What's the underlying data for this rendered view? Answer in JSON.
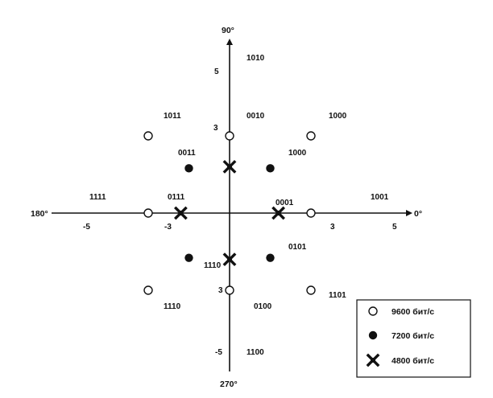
{
  "axes": {
    "angle_0": "0°",
    "angle_90": "90°",
    "angle_180": "180°",
    "angle_270": "270°",
    "ticks": {
      "x_pos_3": "3",
      "x_pos_5": "5",
      "x_neg_3": "-3",
      "x_neg_5": "-5",
      "y_pos_3": "3",
      "y_pos_5": "5",
      "y_neg_3": "3",
      "y_neg_5": "-5"
    }
  },
  "constellation": {
    "points": [
      {
        "id": "p-5-0",
        "x": 5,
        "y": 0,
        "marker": "open-circle",
        "code": "1001"
      },
      {
        "id": "p-0-5",
        "x": 0,
        "y": 5,
        "marker": "open-circle",
        "code": "1010"
      },
      {
        "id": "p-m5-0",
        "x": -5,
        "y": 0,
        "marker": "open-circle",
        "code": "1111"
      },
      {
        "id": "p-0-m5",
        "x": 0,
        "y": -5,
        "marker": "open-circle",
        "code": "1100"
      },
      {
        "id": "p-5-5",
        "x": 5,
        "y": 5,
        "marker": "open-circle",
        "code": "1000"
      },
      {
        "id": "p-m5-5",
        "x": -5,
        "y": 5,
        "marker": "open-circle",
        "code": "1011"
      },
      {
        "id": "p-m5-m5",
        "x": -5,
        "y": -5,
        "marker": "open-circle",
        "code": "1110"
      },
      {
        "id": "p-5-m5",
        "x": 5,
        "y": -5,
        "marker": "open-circle",
        "code": "1101"
      },
      {
        "id": "p-2-2",
        "x": 2.5,
        "y": 2.9,
        "marker": "filled-circle",
        "code": "1000"
      },
      {
        "id": "p-m2-2",
        "x": -2.5,
        "y": 2.9,
        "marker": "filled-circle",
        "code": "0011"
      },
      {
        "id": "p-m2-m2",
        "x": -2.5,
        "y": -2.9,
        "marker": "filled-circle",
        "code": "1110"
      },
      {
        "id": "p-2-m2",
        "x": 2.5,
        "y": -2.9,
        "marker": "filled-circle",
        "code": "0101"
      },
      {
        "id": "p-3-0",
        "x": 5,
        "y": 0,
        "marker": "star",
        "code": "0001",
        "skip": true
      },
      {
        "id": "x-3-0",
        "x": 3,
        "y": 0,
        "marker": "cross",
        "code": "0001"
      },
      {
        "id": "x-0-3",
        "x": 0,
        "y": 3,
        "marker": "cross",
        "code": "0010"
      },
      {
        "id": "x-m3-0",
        "x": -3,
        "y": 0,
        "marker": "cross",
        "code": "0111"
      },
      {
        "id": "x-0-m3",
        "x": 0,
        "y": -3,
        "marker": "cross",
        "code": "0100"
      }
    ]
  },
  "legend": {
    "items": [
      {
        "marker": "open-circle",
        "label": "9600 бит/с"
      },
      {
        "marker": "filled-circle",
        "label": "7200 бит/с"
      },
      {
        "marker": "cross",
        "label": "4800 бит/с"
      }
    ]
  }
}
